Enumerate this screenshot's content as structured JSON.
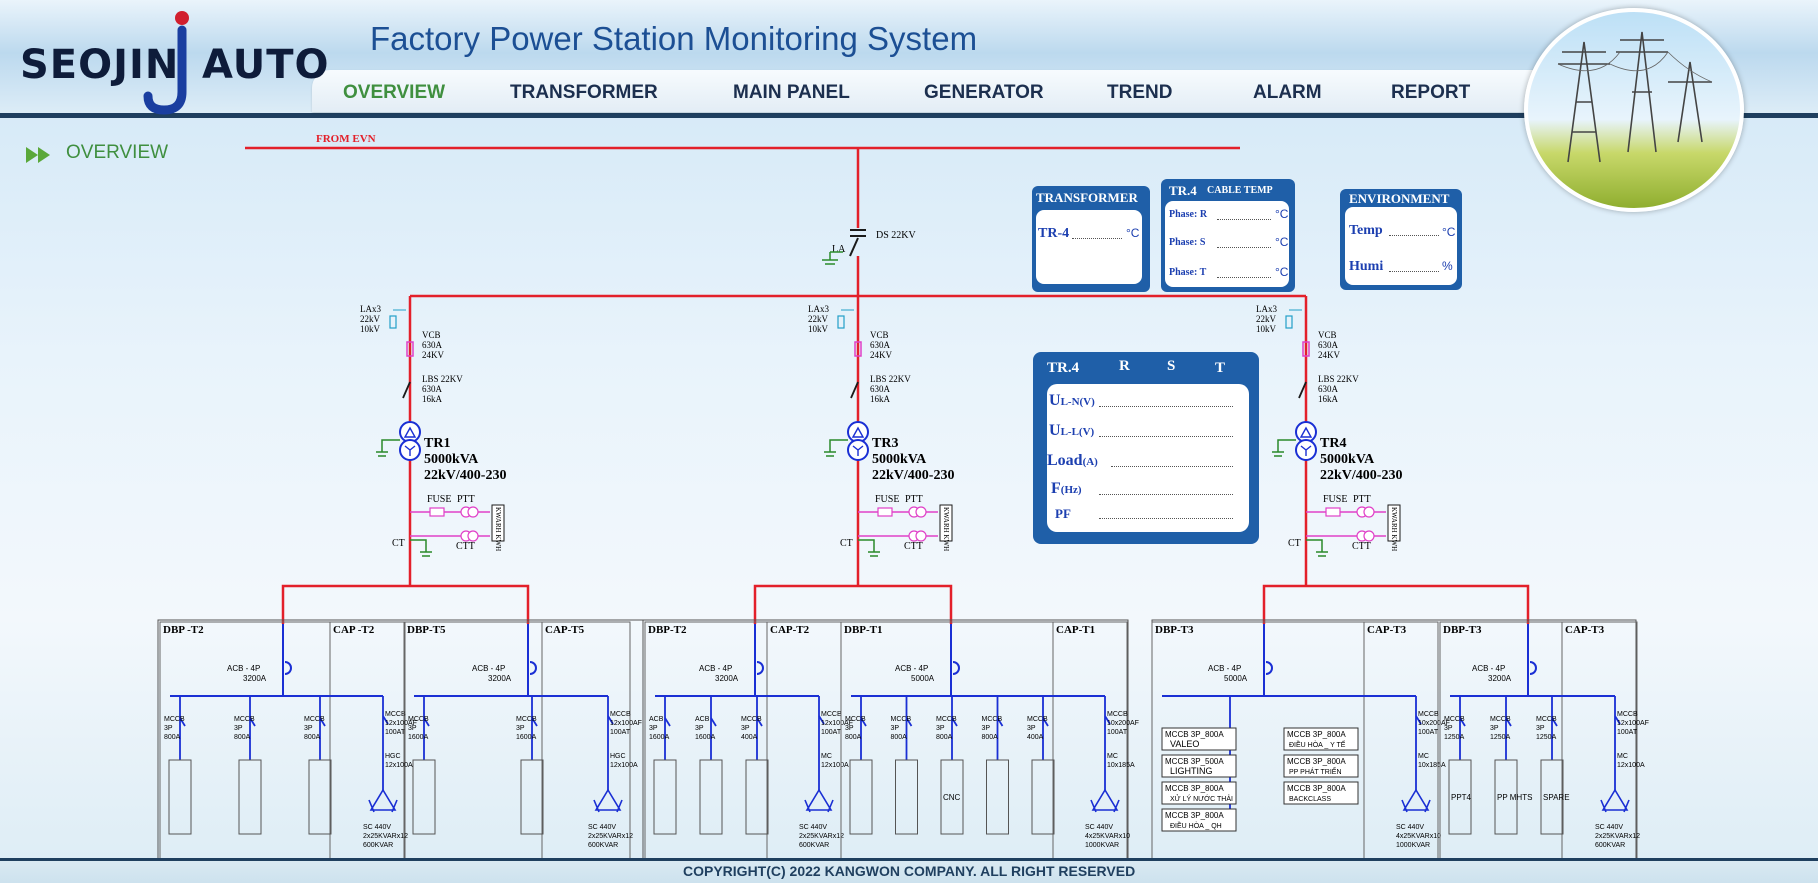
{
  "app": {
    "logo_left": "SEOJIN",
    "logo_right": "AUTO",
    "title": "Factory Power Station Monitoring System"
  },
  "nav": [
    "OVERVIEW",
    "TRANSFORMER",
    "MAIN PANEL",
    "GENERATOR",
    "TREND",
    "ALARM",
    "REPORT"
  ],
  "page_heading": "OVERVIEW",
  "source": "FROM EVN",
  "ds_label": "DS 22KV",
  "la_label": "LA",
  "colors": {
    "busbar": "#e3202a",
    "feeder": "#1a2fd4",
    "panel": "#1f5fa8",
    "title": "#1c4f94",
    "active_nav": "#3f8f3f"
  },
  "transformer_panel": {
    "title": "TRANSFORMER",
    "row_label": "TR-4",
    "unit": "°C"
  },
  "cable_temp_panel": {
    "title": "TR.4",
    "subtitle": "CABLE TEMP",
    "rows": [
      "Phase: R",
      "Phase: S",
      "Phase: T"
    ],
    "unit": "°C"
  },
  "environment_panel": {
    "title": "ENVIRONMENT",
    "rows": [
      {
        "label": "Temp",
        "unit": "°C"
      },
      {
        "label": "Humi",
        "unit": "%"
      }
    ]
  },
  "measure_panel": {
    "title": "TR.4",
    "cols": [
      "R",
      "S",
      "T"
    ],
    "rows": [
      {
        "main": "U",
        "sub": "L-N(V)"
      },
      {
        "main": "U",
        "sub": "L-L(V)"
      },
      {
        "main": "Load",
        "sub": "(A)"
      },
      {
        "main": "F",
        "sub": "(Hz)"
      },
      {
        "main": "PF",
        "sub": ""
      }
    ]
  },
  "branch_common": {
    "la_lines": [
      "LAx3",
      "22kV",
      "10kV"
    ],
    "vcb_lines": [
      "VCB",
      "630A",
      "24KV"
    ],
    "lbs_lines": [
      "LBS 22KV",
      "630A",
      "16kA"
    ],
    "fuse": "FUSE",
    "ptt": "PTT",
    "ct": "CT",
    "ctt": "CTT",
    "meter": "KWARH KWH"
  },
  "transformers": [
    {
      "name": "TR1",
      "rating": "5000kVA",
      "voltage": "22kV/400-230"
    },
    {
      "name": "TR3",
      "rating": "5000kVA",
      "voltage": "22kV/400-230"
    },
    {
      "name": "TR4",
      "rating": "5000kVA",
      "voltage": "22kV/400-230"
    }
  ],
  "boards": [
    {
      "dbp": "DBP -T2",
      "cap": "CAP -T2",
      "acb": [
        "ACB - 4P",
        "3200A"
      ],
      "mccbs": [
        [
          "MCCB",
          "3P",
          "800A"
        ],
        [
          "MCCB",
          "3P",
          "800A"
        ],
        [
          "MCCB",
          "3P",
          "800A"
        ]
      ],
      "cap_mccb": [
        "MCCB",
        "12x100AF",
        "100AT"
      ],
      "cap_dev": [
        "HGC",
        "12x100A"
      ],
      "sc": [
        "SC 440V",
        "2x25KVARx12",
        "600KVAR"
      ],
      "labels": [
        "",
        "",
        ""
      ]
    },
    {
      "dbp": "DBP-T5",
      "cap": "CAP-T5",
      "acb": [
        "ACB - 4P",
        "3200A"
      ],
      "mccbs": [
        [
          "MCCB",
          "3P",
          "1600A"
        ],
        [
          "MCCB",
          "3P",
          "1600A"
        ]
      ],
      "cap_mccb": [
        "MCCB",
        "12x100AF",
        "100AT"
      ],
      "cap_dev": [
        "HGC",
        "12x100A"
      ],
      "sc": [
        "SC 440V",
        "2x25KVARx12",
        "600KVAR"
      ],
      "labels": [
        "",
        ""
      ]
    },
    {
      "dbp": "DBP-T2",
      "cap": "CAP-T2",
      "acb": [
        "ACB - 4P",
        "3200A"
      ],
      "mccbs": [
        [
          "ACB",
          "3P",
          "1600A"
        ],
        [
          "ACB",
          "3P",
          "1600A"
        ],
        [
          "MCCB",
          "3P",
          "400A"
        ]
      ],
      "cap_mccb": [
        "MCCB",
        "12x100AF",
        "100AT"
      ],
      "cap_dev": [
        "MC",
        "12x100A"
      ],
      "sc": [
        "SC 440V",
        "2x25KVARx12",
        "600KVAR"
      ],
      "labels": [
        "",
        "",
        ""
      ]
    },
    {
      "dbp": "DBP-T1",
      "cap": "CAP-T1",
      "acb": [
        "ACB - 4P",
        "5000A"
      ],
      "mccbs": [
        [
          "MCCB",
          "3P",
          "800A"
        ],
        [
          "MCCB",
          "3P",
          "800A"
        ],
        [
          "MCCB",
          "3P",
          "800A"
        ],
        [
          "MCCB",
          "3P",
          "800A"
        ],
        [
          "MCCB",
          "3P",
          "400A"
        ]
      ],
      "cap_mccb": [
        "MCCB",
        "10x200AF",
        "100AT"
      ],
      "cap_dev": [
        "MC",
        "10x185A"
      ],
      "sc": [
        "SC 440V",
        "4x25KVARx10",
        "1000KVAR"
      ],
      "labels": [
        "",
        "",
        "CNC",
        "",
        ""
      ]
    },
    {
      "dbp": "DBP-T3",
      "cap": "CAP-T3",
      "acb": [
        "ACB - 4P",
        "5000A"
      ],
      "mccbs": [],
      "cap_mccb": [
        "MCCB",
        "10x200AF",
        "100AT"
      ],
      "cap_dev": [
        "MC",
        "10x185A"
      ],
      "sc": [
        "SC 440V",
        "4x25KVARx10",
        "1000KVAR"
      ],
      "labels": [],
      "boxes_left": [
        [
          "MCCB 3P_800A",
          "VALEO"
        ],
        [
          "MCCB 3P_500A",
          "LIGHTING"
        ],
        [
          "MCCB 3P_800A",
          "XỬ LÝ NƯỚC THẢI"
        ],
        [
          "MCCB 3P_800A",
          "ĐIỀU HÒA _ QH"
        ]
      ],
      "boxes_right": [
        [
          "MCCB 3P_800A",
          "ĐIỀU HÒA _ Y TẾ"
        ],
        [
          "MCCB 3P_800A",
          "PP PHÁT TRIỂN"
        ],
        [
          "MCCB 3P_800A",
          "BACKCLASS"
        ]
      ]
    },
    {
      "dbp": "DBP-T3",
      "cap": "CAP-T3",
      "acb": [
        "ACB - 4P",
        "3200A"
      ],
      "mccbs": [
        [
          "MCCB",
          "3P",
          "1250A"
        ],
        [
          "MCCB",
          "3P",
          "1250A"
        ],
        [
          "MCCB",
          "3P",
          "1250A"
        ]
      ],
      "cap_mccb": [
        "MCCB",
        "12x100AF",
        "100AT"
      ],
      "cap_dev": [
        "MC",
        "12x100A"
      ],
      "sc": [
        "SC 440V",
        "2x25KVARx12",
        "600KVAR"
      ],
      "labels": [
        "PPT4",
        "PP MHTS",
        "SPARE"
      ]
    }
  ],
  "footer": {
    "copyright": "COPYRIGHT(C) 2022 KANGWON COMPANY. ALL RIGHT RESERVED"
  }
}
